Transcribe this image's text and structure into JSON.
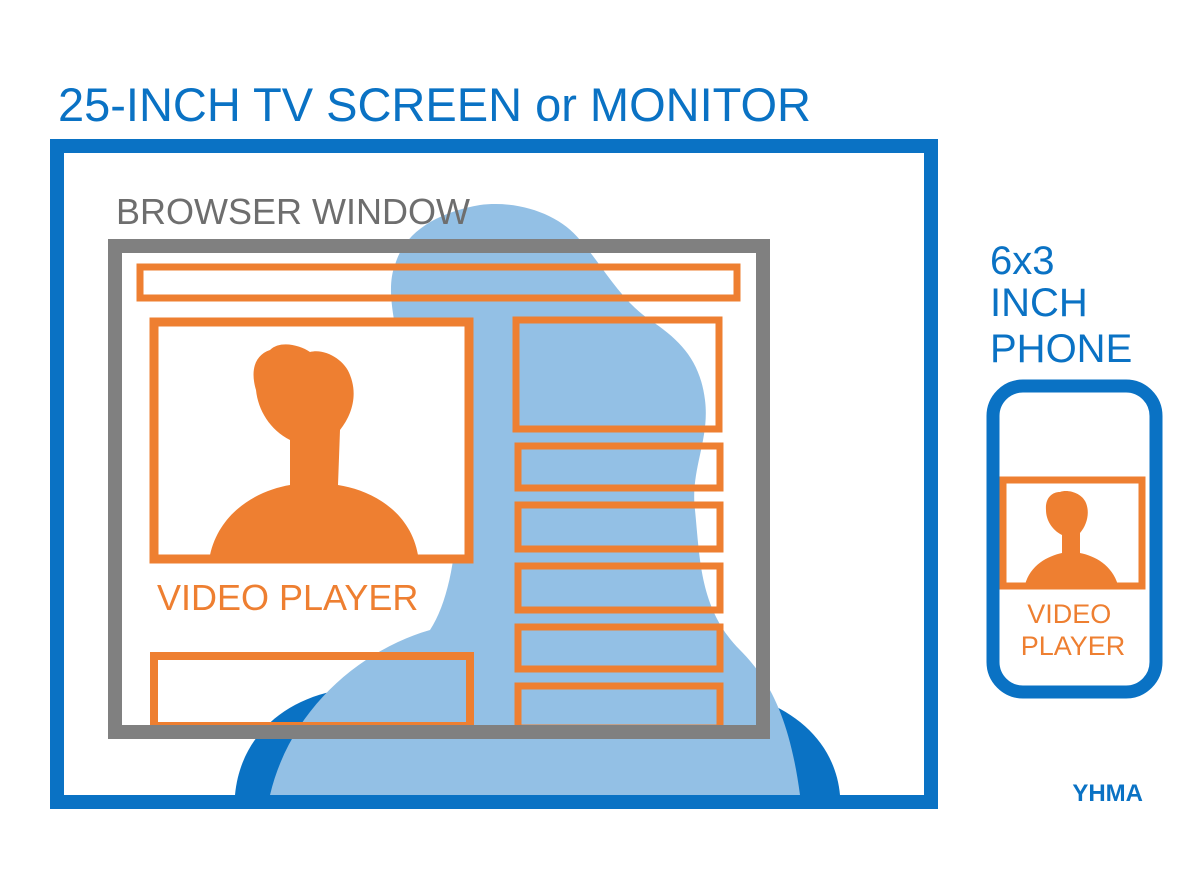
{
  "title": "25-INCH TV SCREEN or MONITOR",
  "browser_label": "BROWSER WINDOW",
  "video_label": "VIDEO PLAYER",
  "phone_label": [
    "6x3",
    "INCH",
    "PHONE"
  ],
  "phone_video_label": [
    "VIDEO",
    "PLAYER"
  ],
  "brand": "YHMA",
  "colors": {
    "blue": "#0a72c4",
    "light_blue": "#93c0e5",
    "gray": "#808080",
    "orange": "#ee7f31",
    "white": "#ffffff"
  }
}
